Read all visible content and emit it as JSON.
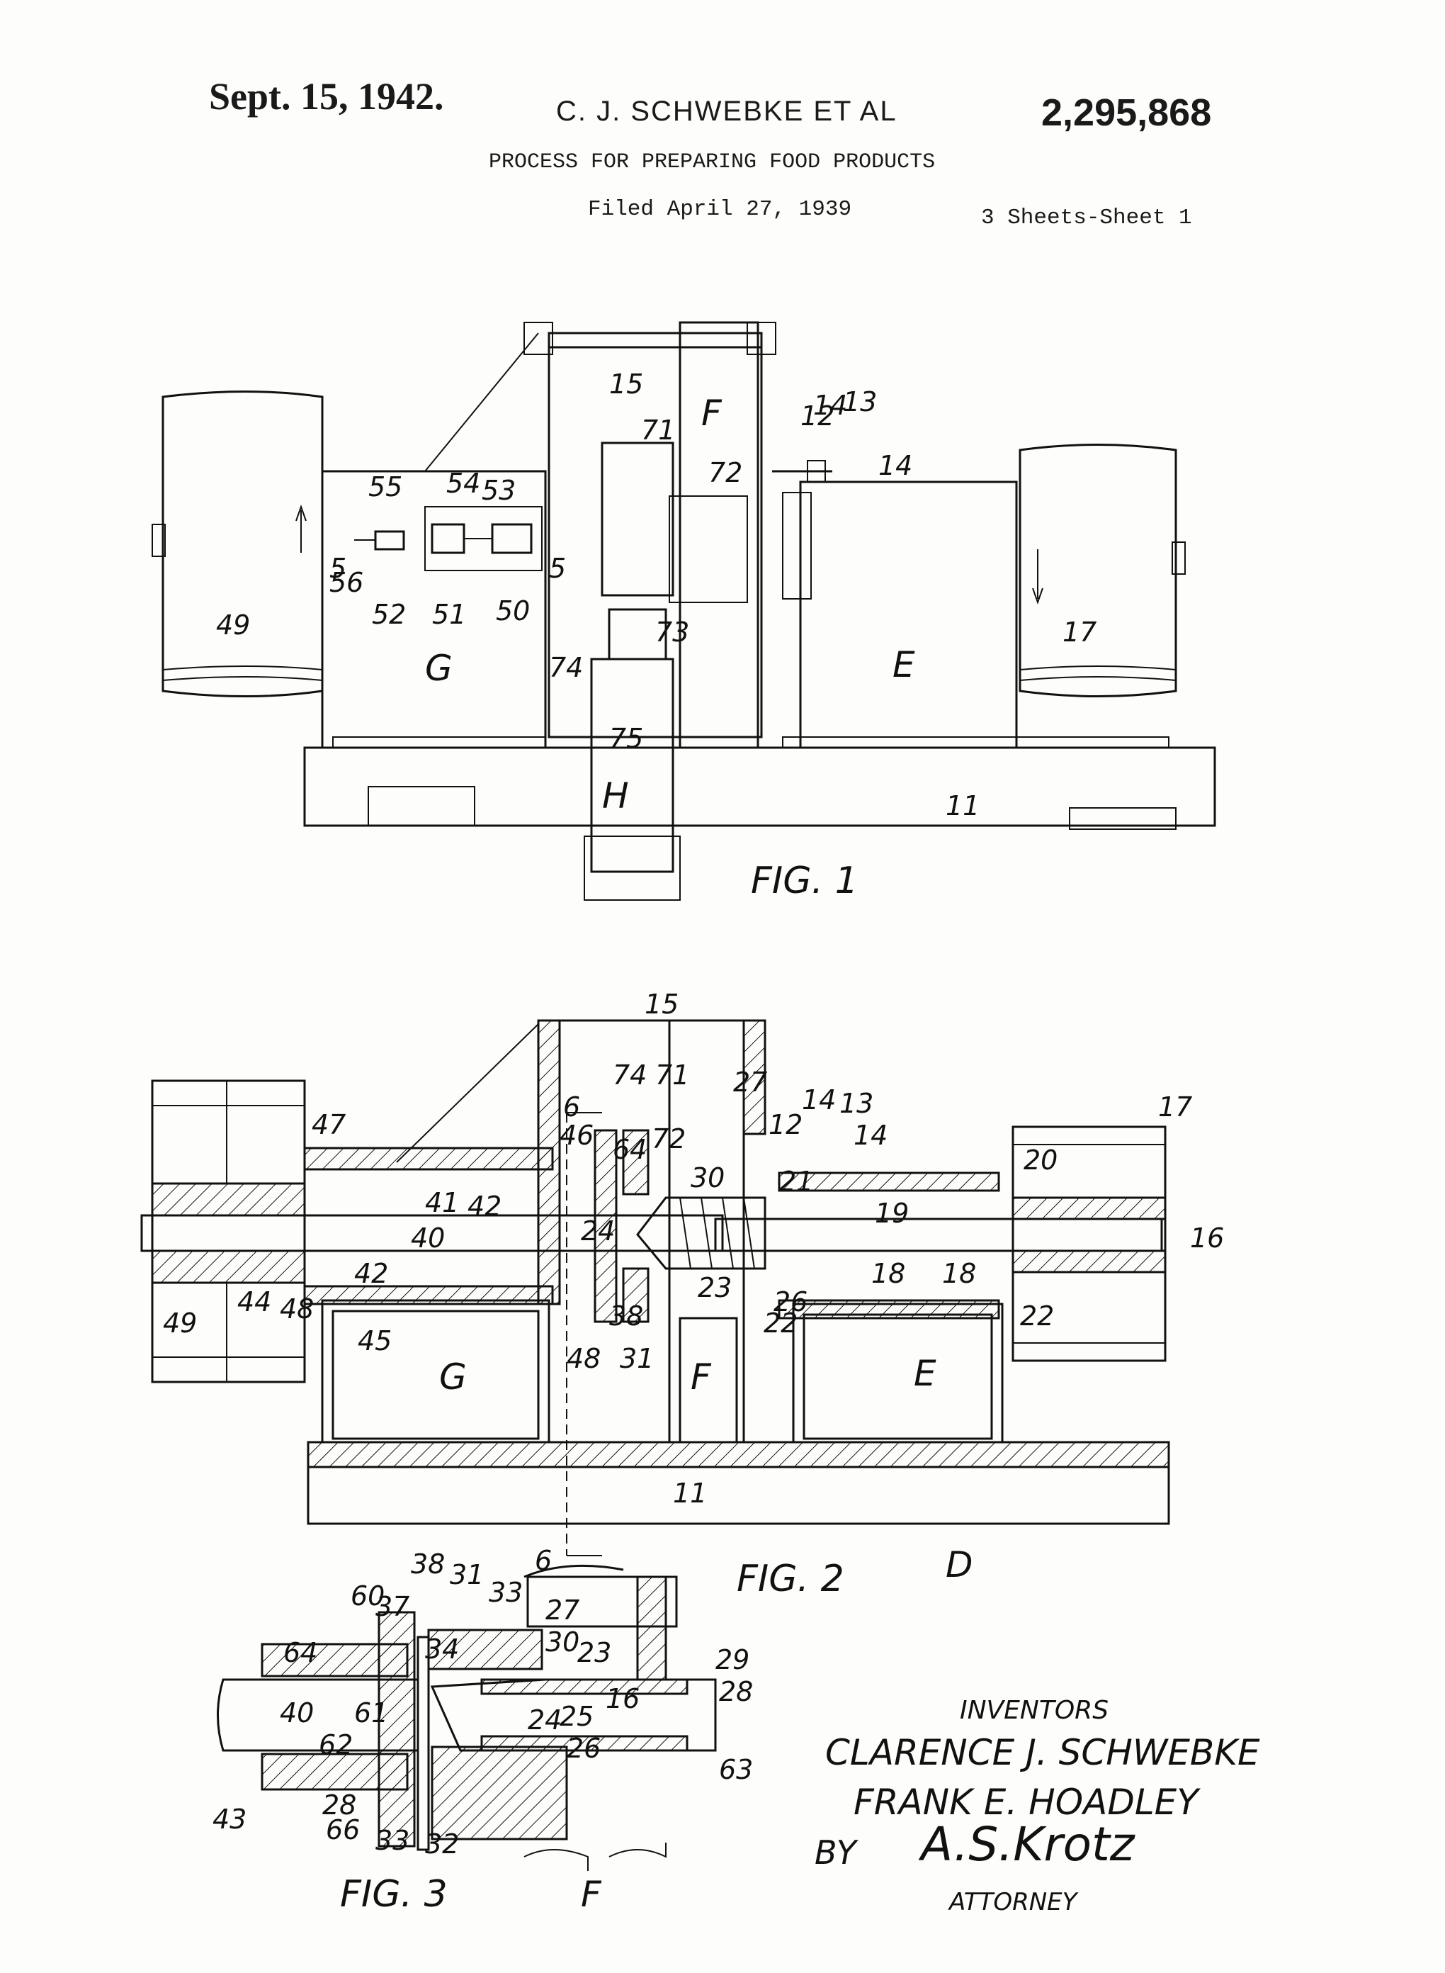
{
  "header": {
    "date": "Sept. 15, 1942.",
    "inventor_line": "C. J. SCHWEBKE ET AL",
    "patent_number": "2,295,868",
    "title": "PROCESS FOR PREPARING FOOD PRODUCTS",
    "filed": "Filed April 27, 1939",
    "sheets": "3 Sheets-Sheet 1"
  },
  "figures": {
    "fig1": {
      "caption": "FIG. 1",
      "parts": [
        "15",
        "71",
        "F",
        "72",
        "12",
        "14",
        "13",
        "14",
        "55",
        "54",
        "53",
        "5",
        "5",
        "56",
        "52",
        "51",
        "50",
        "49",
        "G",
        "74",
        "73",
        "E",
        "17",
        "75",
        "H",
        "11"
      ]
    },
    "fig2": {
      "caption": "FIG. 2",
      "parts": [
        "15",
        "74",
        "71",
        "27",
        "6",
        "46",
        "64",
        "72",
        "12",
        "14",
        "13",
        "14",
        "17",
        "47",
        "20",
        "41",
        "42",
        "40",
        "24",
        "30",
        "21",
        "19",
        "16",
        "44",
        "42",
        "48",
        "23",
        "38",
        "26",
        "18",
        "18",
        "22",
        "49",
        "45",
        "48",
        "31",
        "22",
        "G",
        "F",
        "E",
        "11",
        "6",
        "D"
      ]
    },
    "fig3": {
      "caption": "FIG. 3",
      "parts": [
        "38",
        "31",
        "33",
        "27",
        "60",
        "37",
        "30",
        "64",
        "34",
        "23",
        "29",
        "28",
        "40",
        "61",
        "24",
        "25",
        "16",
        "62",
        "26",
        "43",
        "63",
        "28",
        "66",
        "33",
        "32",
        "F"
      ]
    }
  },
  "signatures": {
    "inventors_heading": "INVENTORS",
    "inventor_1": "CLARENCE J. SCHWEBKE",
    "inventor_2": "FRANK E. HOADLEY",
    "by": "BY",
    "attorney_signature": "A.S.Krotz",
    "attorney_label": "ATTORNEY"
  }
}
